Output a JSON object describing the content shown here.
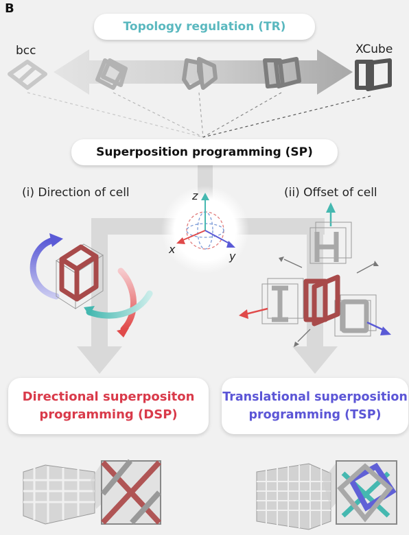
{
  "panel_label": "B",
  "tr": {
    "title": "Topology regulation (TR)",
    "left_label": "bcc",
    "right_label": "XCube"
  },
  "sp": {
    "title": "Superposition programming (SP)"
  },
  "direction": {
    "label": "(i) Direction of cell"
  },
  "offset": {
    "label": "(ii) Offset of cell"
  },
  "axes": {
    "x": "x",
    "y": "y",
    "z": "z"
  },
  "dsp": {
    "title": "Directional superpositon\nprogramming (DSP)",
    "color": "#d93a4a"
  },
  "tsp": {
    "title": "Translational superposition\nprogramming (TSP)",
    "color": "#5b55d6"
  },
  "colors": {
    "tr_title": "#5ab8bf",
    "cell_red": "#a84a4a",
    "cell_grey": "#9a9a9a",
    "teal": "#45b8b0",
    "blue": "#5a5ad6",
    "red": "#e04a4a"
  }
}
